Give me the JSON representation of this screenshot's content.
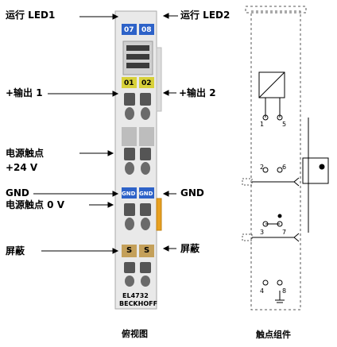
{
  "left_labels": {
    "run_led1": "运行 LED1",
    "out1": "+输出 1",
    "power_contact_line1": "电源触点",
    "power_contact_line2": "+24 V",
    "gnd": "GND",
    "power_contact_0v": "电源触点 0 V",
    "shield": "屏蔽"
  },
  "right_labels": {
    "run_led2": "运行 LED2",
    "out2": "+输出 2",
    "gnd": "GND",
    "shield": "屏蔽"
  },
  "terminal": {
    "led_top_left": "07",
    "led_top_right": "08",
    "out_left": "01",
    "out_right": "02",
    "gnd_left": "GND",
    "gnd_right": "GND",
    "shield_left": "S",
    "shield_right": "S",
    "model": "EL4732",
    "brand": "BECKHOFF"
  },
  "schematic": {
    "pin1": "1",
    "pin5": "5",
    "pin2": "2",
    "pin6": "6",
    "pin3": "3",
    "pin7": "7",
    "pin4": "4",
    "pin8": "8"
  },
  "captions": {
    "top_view": "俯视图",
    "contact_assembly": "触点组件"
  },
  "colors": {
    "led_blue": "#2d62c8",
    "out_yellow": "#d8d13a",
    "gnd_blue": "#2d62c8",
    "shield_tan": "#c4a05a",
    "orange": "#e8a020"
  }
}
